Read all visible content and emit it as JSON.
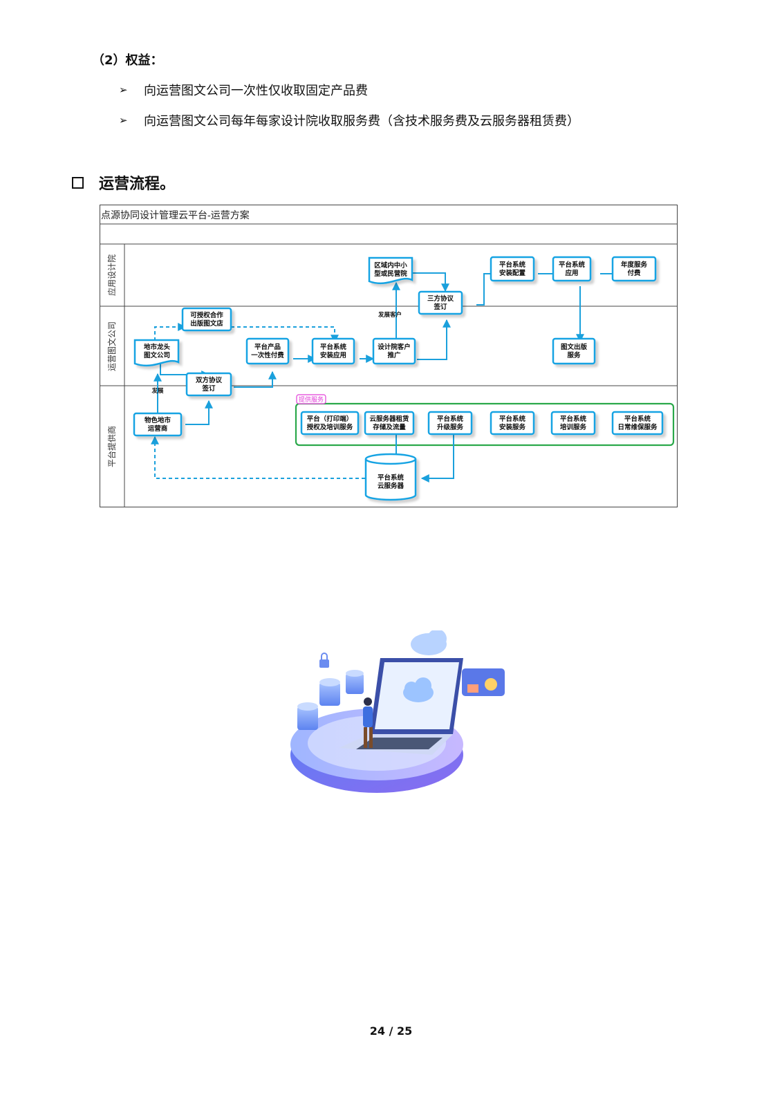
{
  "rights": {
    "heading": "（2）权益：",
    "bullet_glyph": "➢",
    "items": [
      "向运营图文公司一次性仅收取固定产品费",
      "向运营图文公司每年每家设计院收取服务费（含技术服务费及云服务器租赁费）"
    ]
  },
  "section": {
    "title": "运营流程。"
  },
  "diagram": {
    "title": "点源协同设计管理云平台-运营方案",
    "lanes": [
      "应用设计院",
      "运营图文公司",
      "平台提供商"
    ],
    "nodes": {
      "regional": [
        "区域内中小",
        "型或民营院"
      ],
      "tripartite": [
        "三方协议",
        "签订"
      ],
      "install_config": [
        "平台系统",
        "安装配置"
      ],
      "app": [
        "平台系统",
        "应用"
      ],
      "annual_fee": [
        "年度服务",
        "付费"
      ],
      "authorized": [
        "可授权合作",
        "出版图文店"
      ],
      "leader": [
        "地市龙头",
        "图文公司"
      ],
      "one_time": [
        "平台产品",
        "一次性付费"
      ],
      "install_app": [
        "平台系统",
        "安装应用"
      ],
      "promote": [
        "设计院客户",
        "推广"
      ],
      "publish": [
        "图文出版",
        "服务"
      ],
      "bilateral": [
        "双方协议",
        "签订"
      ],
      "operator": [
        "物色地市",
        "运营商"
      ],
      "svc_print": [
        "平台（打印端）",
        "授权及培训服务"
      ],
      "svc_cloud": [
        "云服务器租赁",
        "存储及流量"
      ],
      "svc_upgrade": [
        "平台系统",
        "升级服务"
      ],
      "svc_install": [
        "平台系统",
        "安装服务"
      ],
      "svc_train": [
        "平台系统",
        "培训服务"
      ],
      "svc_maint": [
        "平台系统",
        "日常维保服务"
      ],
      "cloud_server": [
        "平台系统",
        "云服务器"
      ]
    },
    "edge_labels": {
      "develop_customer": "发展客户",
      "develop": "发展",
      "provide_services": "提供服务"
    },
    "colors": {
      "box_stroke": "#12a3e3",
      "arrow": "#1aa0dc",
      "service_group": "#2aa84a",
      "tag": "#e23cd8"
    }
  },
  "illustration": {
    "icons": [
      "cloud-upload-icon",
      "database-icon",
      "lock-icon",
      "cloud-icon",
      "chat-icon",
      "laptop-icon",
      "person-icon"
    ]
  },
  "footer": {
    "page_number": "24 / 25"
  }
}
